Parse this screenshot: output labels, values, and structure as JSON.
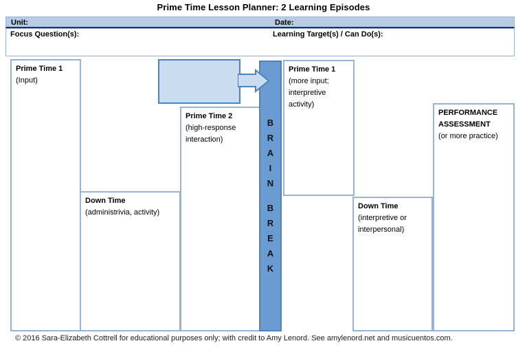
{
  "title": "Prime Time Lesson Planner: 2 Learning Episodes",
  "header": {
    "unit_label": "Unit:",
    "date_label": "Date:"
  },
  "focus": {
    "focus_label": "Focus Question(s):",
    "targets_label": "Learning Target(s) / Can Do(s):"
  },
  "boxes": {
    "pt1_left": {
      "title": "Prime Time 1",
      "subtitle": "(Input)"
    },
    "dt1": {
      "title": "Down Time",
      "subtitle": "(administrivia, activity)"
    },
    "pt2": {
      "title": "Prime Time 2",
      "subtitle": "(high-response interaction)"
    },
    "pt1_right": {
      "title": "Prime Time 1",
      "subtitle": "(more input; interpretive activity)"
    },
    "dt2": {
      "title": "Down Time",
      "subtitle": "(interpretive or interpersonal)"
    },
    "assessment": {
      "title": "PERFORMANCE ASSESSMENT",
      "subtitle": "(or more practice)"
    }
  },
  "brain_break": {
    "word1": "BRAIN",
    "word2": "BREAK"
  },
  "footer": "© 2016 Sara-Elizabeth Cottrell for educational purposes only; with credit to Amy Lenord. See amylenord.net and musicuentos.com.",
  "colors": {
    "header_fill": "#b8cce4",
    "header_bottom_border": "#17375e",
    "box_border": "#95b3d7",
    "callout_fill": "#c9dcf0",
    "callout_border": "#4f81bd",
    "bar_fill": "#6b9cd1",
    "bar_border": "#4f81bd",
    "bar_letter_color": "#14141e"
  }
}
